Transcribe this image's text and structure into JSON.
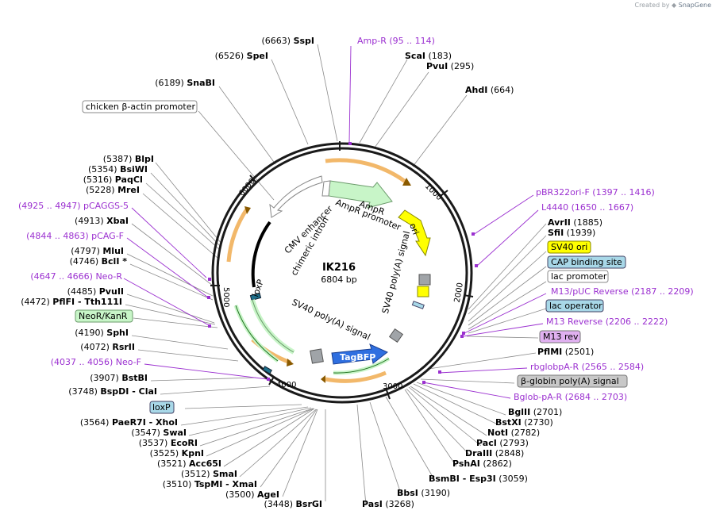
{
  "credit": {
    "prefix": "Created by",
    "brand": "SnapGene"
  },
  "plasmid": {
    "name": "IK216",
    "size": "6804 bp"
  },
  "colors": {
    "backbone": "#1a1a1a",
    "purple": "#9b30d0",
    "amp_fill": "#c8f5c8",
    "ori_fill": "#ffff00",
    "tagbfp_fill": "#2f6fe0",
    "orange": "#f2b86a",
    "gray_box": "#a0a4a8"
  },
  "ticks": [
    "1000",
    "2000",
    "3000",
    "4000",
    "5000",
    "6000"
  ],
  "enzymes_left": [
    {
      "pos": "(6663)",
      "name": "SspI"
    },
    {
      "pos": "(6526)",
      "name": "SpeI"
    },
    {
      "pos": "(6189)",
      "name": "SnaBI"
    },
    {
      "pos": "(5387)",
      "name": "BlpI"
    },
    {
      "pos": "(5354)",
      "name": "BsiWI"
    },
    {
      "pos": "(5316)",
      "name": "PaqCI"
    },
    {
      "pos": "(5228)",
      "name": "MreI"
    },
    {
      "pos": "(4913)",
      "name": "XbaI"
    },
    {
      "pos": "(4797)",
      "name": "MluI"
    },
    {
      "pos": "(4746)",
      "name": "BclI *"
    },
    {
      "pos": "(4485)",
      "name": "PvuII"
    },
    {
      "pos": "(4472)",
      "name": "PflFI - Tth111I"
    },
    {
      "pos": "(4190)",
      "name": "SphI"
    },
    {
      "pos": "(4072)",
      "name": "RsrII"
    },
    {
      "pos": "(3907)",
      "name": "BstBI"
    },
    {
      "pos": "(3748)",
      "name": "BspDI - ClaI"
    },
    {
      "pos": "(3564)",
      "name": "PaeR7I - XhoI"
    },
    {
      "pos": "(3547)",
      "name": "SwaI"
    },
    {
      "pos": "(3537)",
      "name": "EcoRI"
    },
    {
      "pos": "(3525)",
      "name": "KpnI"
    },
    {
      "pos": "(3521)",
      "name": "Acc65I"
    },
    {
      "pos": "(3512)",
      "name": "SmaI"
    },
    {
      "pos": "(3510)",
      "name": "TspMI - XmaI"
    },
    {
      "pos": "(3500)",
      "name": "AgeI"
    },
    {
      "pos": "(3448)",
      "name": "BsrGI"
    }
  ],
  "enzymes_right": [
    {
      "name": "ScaI",
      "pos": "(183)"
    },
    {
      "name": "PvuI",
      "pos": "(295)"
    },
    {
      "name": "AhdI",
      "pos": "(664)"
    },
    {
      "name": "AvrII",
      "pos": "(1885)"
    },
    {
      "name": "SfiI",
      "pos": "(1939)"
    },
    {
      "name": "PflMI",
      "pos": "(2501)"
    },
    {
      "name": "BglII",
      "pos": "(2701)"
    },
    {
      "name": "BstXI",
      "pos": "(2730)"
    },
    {
      "name": "NotI",
      "pos": "(2782)"
    },
    {
      "name": "PacI",
      "pos": "(2793)"
    },
    {
      "name": "DraIII",
      "pos": "(2848)"
    },
    {
      "name": "PshAI",
      "pos": "(2862)"
    },
    {
      "name": "BsmBI - Esp3I",
      "pos": "(3059)"
    },
    {
      "name": "BbsI",
      "pos": "(3190)"
    },
    {
      "name": "PasI",
      "pos": "(3268)"
    }
  ],
  "primers": [
    {
      "name": "Amp-R",
      "range": "(95 .. 114)"
    },
    {
      "name": "pBR322ori-F",
      "range": "(1397 .. 1416)"
    },
    {
      "name": "L4440",
      "range": "(1650 .. 1667)"
    },
    {
      "name": "M13/pUC Reverse",
      "range": "(2187 .. 2209)"
    },
    {
      "name": "M13 Reverse",
      "range": "(2206 .. 2222)"
    },
    {
      "name": "rbglobpA-R",
      "range": "(2565 .. 2584)"
    },
    {
      "name": "Bglob-pA-R",
      "range": "(2684 .. 2703)"
    },
    {
      "name": "pCAGGS-5",
      "range": "(4925 .. 4947)"
    },
    {
      "name": "pCAG-F",
      "range": "(4844 .. 4863)"
    },
    {
      "name": "Neo-R",
      "range": "(4647 .. 4666)"
    },
    {
      "name": "Neo-F",
      "range": "(4037 .. 4056)"
    }
  ],
  "boxed_features": [
    {
      "name": "chicken β-actin promoter",
      "fill": "#ffffff"
    },
    {
      "name": "SV40 ori",
      "fill": "#ffff00"
    },
    {
      "name": "CAP binding site",
      "fill": "#a8d8e8"
    },
    {
      "name": "lac promoter",
      "fill": "#ffffff"
    },
    {
      "name": "lac operator",
      "fill": "#a8d8e8"
    },
    {
      "name": "M13 rev",
      "fill": "#e0b0f0"
    },
    {
      "name": "β-globin poly(A) signal",
      "fill": "#c8c8c8"
    },
    {
      "name": "NeoR/KanR",
      "fill": "#c8f5c8"
    },
    {
      "name": "loxP",
      "fill": "#a8d8e8"
    }
  ],
  "inner_labels": {
    "ampr": "AmpR",
    "ampr_promoter": "AmpR promoter",
    "ori": "ori",
    "sv40_polya_right": "SV40 poly(A) signal",
    "sv40_polya_bottom": "SV40 poly(A) signal",
    "tagbfp": "TagBFP",
    "loxp": "loxP",
    "chimeric_intron": "chimeric intron",
    "cmv_enhancer": "CMV enhancer"
  }
}
